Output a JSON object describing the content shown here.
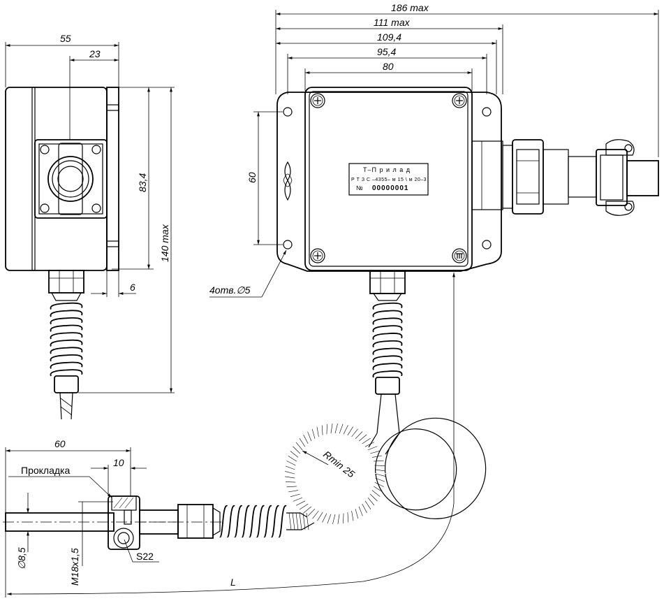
{
  "dimensions": {
    "d186": "186 max",
    "d111": "111 max",
    "d109": "109,4",
    "d95": "95,4",
    "d80": "80",
    "d60v": "60",
    "d55": "55",
    "d23": "23",
    "d834": "83,4",
    "d140": "140 max",
    "d6": "6",
    "holes": "4отв.∅5",
    "d60h": "60",
    "d10": "10",
    "rmin": "Rmin 25",
    "d85": "∅8,5",
    "m18": "M18x1,5",
    "s22": "S22",
    "L": "L"
  },
  "labels": {
    "gasket": "Прокладка"
  },
  "nameplate": {
    "line1": "Т–П р и л а д",
    "line2": "Р Т З С –4355– м 15 \\ м 20–3",
    "num_prefix": "№",
    "serial": "00000001"
  }
}
